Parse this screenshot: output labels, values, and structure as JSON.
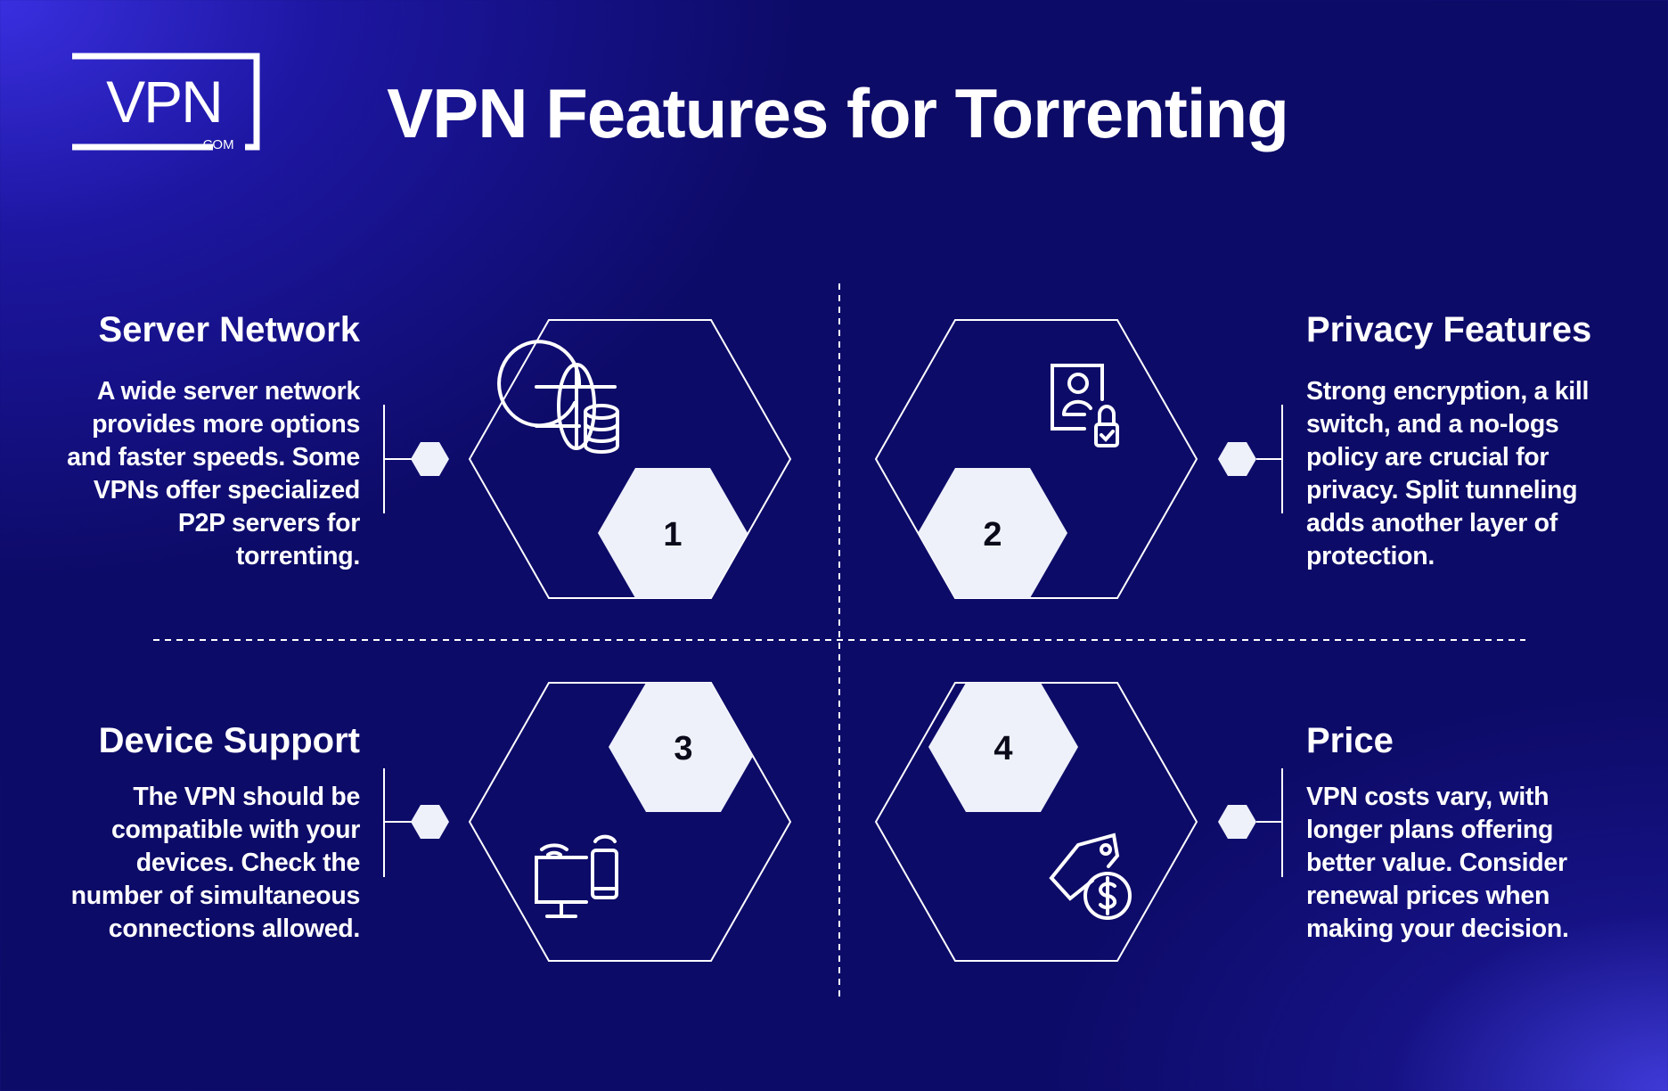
{
  "logo": {
    "text": "VPN",
    "subtext": ".COM"
  },
  "title": "VPN Features for Torrenting",
  "features": [
    {
      "number": "1",
      "icon": "globe-database-icon",
      "heading": "Server Network",
      "lines": [
        "A wide server network",
        "provides more options",
        "and faster speeds. Some",
        "VPNs offer specialized",
        "P2P servers for",
        "torrenting."
      ]
    },
    {
      "number": "2",
      "icon": "user-lock-icon",
      "heading": "Privacy Features",
      "lines": [
        "Strong encryption, a kill",
        "switch, and a no-logs",
        "policy are crucial for",
        "privacy. Split tunneling",
        "adds another layer of",
        "protection."
      ]
    },
    {
      "number": "3",
      "icon": "devices-icon",
      "heading": "Device Support",
      "lines": [
        "The VPN should be",
        "compatible with your",
        "devices. Check the",
        "number of simultaneous",
        "connections allowed."
      ]
    },
    {
      "number": "4",
      "icon": "price-tag-icon",
      "heading": "Price",
      "lines": [
        "VPN costs vary, with",
        "longer plans offering",
        "better value. Consider",
        "renewal prices when",
        "making your decision."
      ]
    }
  ],
  "colors": {
    "background": "#0d0b68",
    "accent": "#3a2fe0",
    "badge": "#eef1fa"
  }
}
